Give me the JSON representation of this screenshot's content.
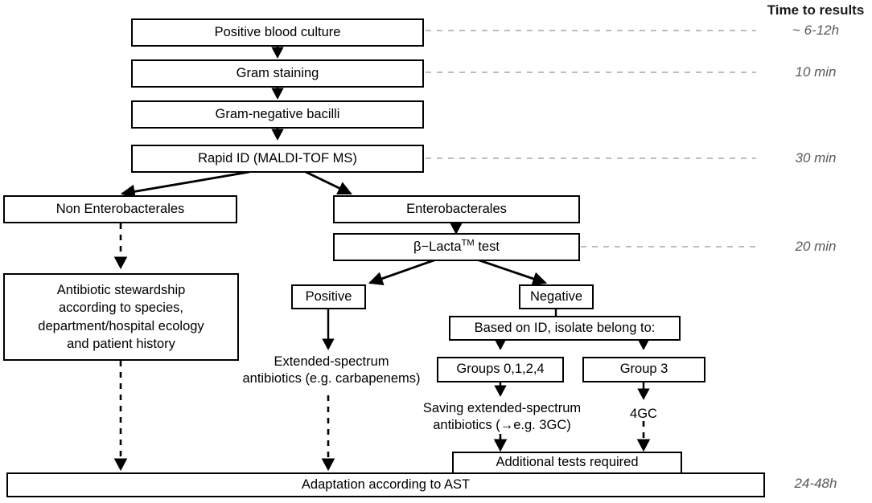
{
  "figure": {
    "title_column": "Time to results",
    "type": "clinical-workflow-flowchart"
  },
  "nodes": {
    "positive_blood_culture": "Positive blood culture",
    "gram_staining": "Gram staining",
    "gram_negative_bacilli": "Gram-negative bacilli",
    "rapid_id": "Rapid ID (MALDI-TOF MS)",
    "non_entero": "Non Enterobacterales",
    "entero": "Enterobacterales",
    "beta_lacta_prefix": "β−Lacta",
    "beta_lacta_tm": "TM",
    "beta_lacta_suffix": " test",
    "stewardship_line1": "Antibiotic stewardship",
    "stewardship_line2": "according to species,",
    "stewardship_line3": "department/hospital ecology",
    "stewardship_line4": "and patient history",
    "positive": "Positive",
    "negative": "Negative",
    "based_on_id": "Based on ID, isolate belong to:",
    "groups_0124": "Groups 0,1,2,4",
    "group_3": "Group 3",
    "extended_line1": "Extended-spectrum",
    "extended_line2": "antibiotics (e.g. carbapenems)",
    "saving_line1": "Saving extended-spectrum",
    "saving_line2": "antibiotics (→e.g. 3GC)",
    "fourgc": "4GC",
    "additional_tests": "Additional tests required",
    "adaptation_ast": "Adaptation according to AST"
  },
  "timeline": [
    {
      "label": "~ 6-12h"
    },
    {
      "label": "10 min"
    },
    {
      "label": "30 min"
    },
    {
      "label": "20 min"
    },
    {
      "label": "24-48h"
    }
  ],
  "colors": {
    "stroke": "#000000",
    "background": "#ffffff",
    "guide_dash": "#b3b3b3",
    "time_text": "#595959",
    "time_heading": "#1a1a1a"
  }
}
